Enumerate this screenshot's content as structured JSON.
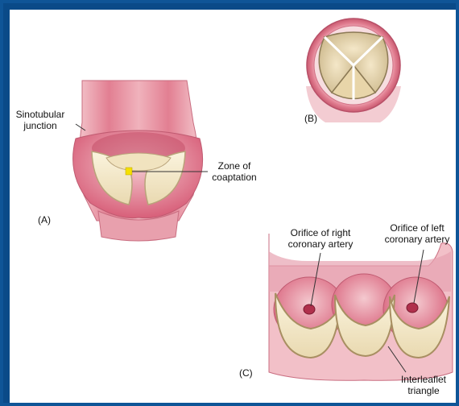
{
  "figure": {
    "labels": {
      "sinotubular_line1": "Sinotubular",
      "sinotubular_line2": "junction",
      "coaptation_line1": "Zone of",
      "coaptation_line2": "coaptation",
      "panel_a": "(A)",
      "panel_b": "(B)",
      "panel_c": "(C)",
      "right_orifice_line1": "Orifice of right",
      "right_orifice_line2": "coronary artery",
      "left_orifice_line1": "Orifice of left",
      "left_orifice_line2": "coronary artery",
      "interleaflet_line1": "Interleaflet",
      "interleaflet_line2": "triangle"
    }
  },
  "colors": {
    "frame": "#0f5597",
    "vessel_wall": "#e89aa6",
    "vessel_dark": "#d56d80",
    "leaflet": "#f6ecd0",
    "leaflet_edge": "#c9b78f",
    "coaptation_marker": "#f5e000"
  }
}
